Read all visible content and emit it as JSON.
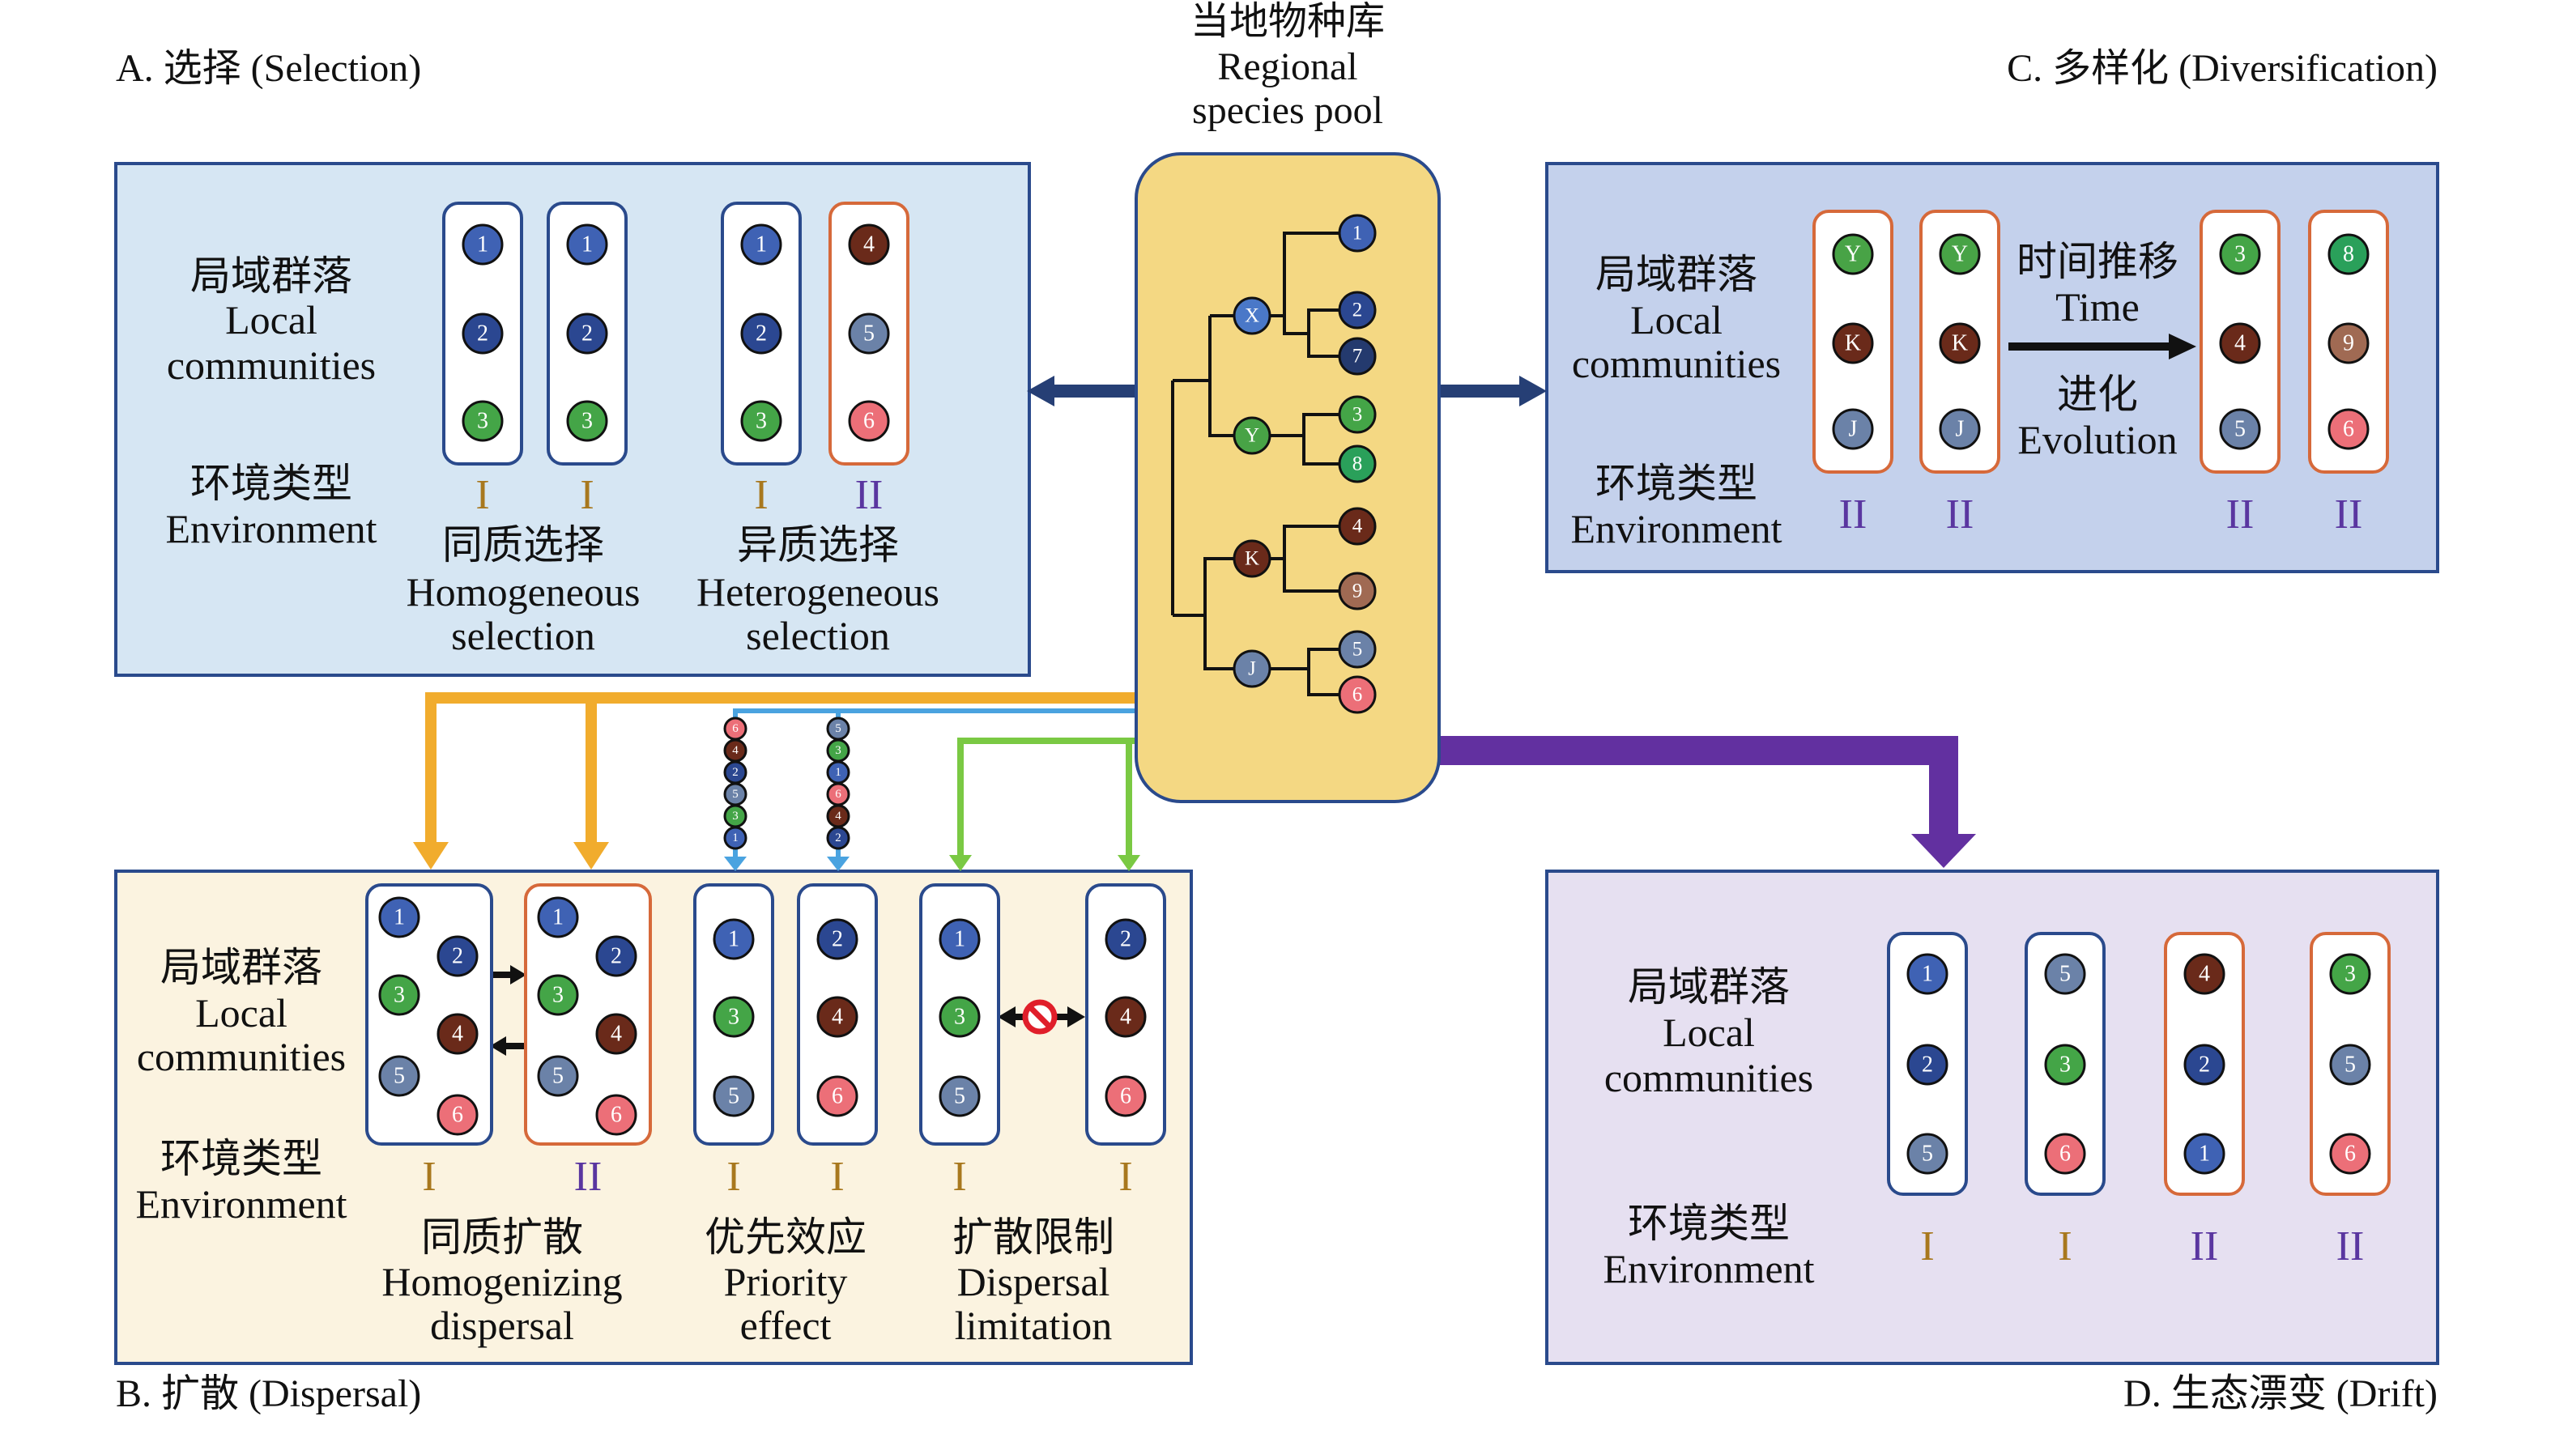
{
  "panel_titles": {
    "a": "A. 选择 (Selection)",
    "b": "B. 扩散 (Dispersal)",
    "c": "C. 多样化 (Diversification)",
    "d": "D. 生态漂变 (Drift)"
  },
  "pool": {
    "title_cn": "当地物种库",
    "title_en_1": "Regional",
    "title_en_2": "species pool",
    "tips": [
      "1",
      "2",
      "7",
      "3",
      "8",
      "4",
      "9",
      "5",
      "6"
    ],
    "nodes": [
      "X",
      "Y",
      "K",
      "J"
    ]
  },
  "labels": {
    "local_cn": "局域群落",
    "local_en_1": "Local",
    "local_en_2": "communities",
    "env_cn": "环境类型",
    "env_en": "Environment",
    "env_I": "I",
    "env_II": "II"
  },
  "panel_a": {
    "homo_cn": "同质选择",
    "homo_en_1": "Homogeneous",
    "homo_en_2": "selection",
    "hetero_cn": "异质选择",
    "hetero_en_1": "Heterogeneous",
    "hetero_en_2": "selection",
    "communities": [
      {
        "env": "I",
        "species": [
          "1",
          "2",
          "3"
        ]
      },
      {
        "env": "I",
        "species": [
          "1",
          "2",
          "3"
        ]
      },
      {
        "env": "I",
        "species": [
          "1",
          "2",
          "3"
        ]
      },
      {
        "env": "II",
        "species": [
          "4",
          "5",
          "6"
        ]
      }
    ]
  },
  "panel_b": {
    "homo_cn": "同质扩散",
    "homo_en_1": "Homogenizing",
    "homo_en_2": "dispersal",
    "prio_cn": "优先效应",
    "prio_en_1": "Priority",
    "prio_en_2": "effect",
    "lim_cn": "扩散限制",
    "lim_en_1": "Dispersal",
    "lim_en_2": "limitation",
    "communities": [
      {
        "env": "I",
        "species": [
          "1",
          "2",
          "3",
          "4",
          "5",
          "6"
        ]
      },
      {
        "env": "II",
        "species": [
          "1",
          "2",
          "3",
          "4",
          "5",
          "6"
        ]
      },
      {
        "env": "I",
        "species": [
          "1",
          "3",
          "5"
        ]
      },
      {
        "env": "I",
        "species": [
          "2",
          "4",
          "6"
        ]
      },
      {
        "env": "I",
        "species": [
          "1",
          "3",
          "5"
        ]
      },
      {
        "env": "I",
        "species": [
          "2",
          "4",
          "6"
        ]
      }
    ],
    "arrival_order_1": [
      "6",
      "4",
      "2",
      "5",
      "3",
      "1"
    ],
    "arrival_order_2": [
      "5",
      "3",
      "1",
      "6",
      "4",
      "2"
    ]
  },
  "panel_c": {
    "time_cn": "时间推移",
    "time_en": "Time",
    "evo_cn": "进化",
    "evo_en": "Evolution",
    "communities": [
      {
        "env": "II",
        "species": [
          "Y",
          "K",
          "J"
        ]
      },
      {
        "env": "II",
        "species": [
          "Y",
          "K",
          "J"
        ]
      },
      {
        "env": "II",
        "species": [
          "3",
          "4",
          "5"
        ]
      },
      {
        "env": "II",
        "species": [
          "8",
          "9",
          "6"
        ]
      }
    ]
  },
  "panel_d": {
    "communities": [
      {
        "env": "I",
        "species": [
          "1",
          "2",
          "5"
        ]
      },
      {
        "env": "I",
        "species": [
          "5",
          "3",
          "6"
        ]
      },
      {
        "env": "II",
        "species": [
          "4",
          "2",
          "1"
        ]
      },
      {
        "env": "II",
        "species": [
          "3",
          "5",
          "6"
        ]
      }
    ]
  },
  "colors": {
    "species": {
      "1": "#3f62b4",
      "2": "#2b4791",
      "3": "#44a547",
      "4": "#6a2a1a",
      "5": "#6b82a8",
      "6": "#ec6f78",
      "7": "#243a6e",
      "8": "#2aa05a",
      "9": "#a06a53",
      "X": "#4a78c8",
      "Y": "#48a346",
      "K": "#6a2a1a",
      "J": "#6b82a8"
    },
    "env_I": "#a8781e",
    "env_II": "#5a36a0",
    "env_I_border": "#2a4a8c",
    "env_II_border": "#d6693a",
    "panel_a_bg": "#d6e6f3",
    "panel_b_bg": "#fbf3e0",
    "panel_c_bg": "#c4d1ec",
    "panel_d_bg": "#e6e0f1",
    "pool_bg": "#f4d883",
    "arrow_dark": "#263f75",
    "arrow_purple": "#6230a0",
    "arrow_orange": "#f1ac2d",
    "arrow_blue": "#4aa3e0",
    "arrow_green": "#7ac943"
  }
}
